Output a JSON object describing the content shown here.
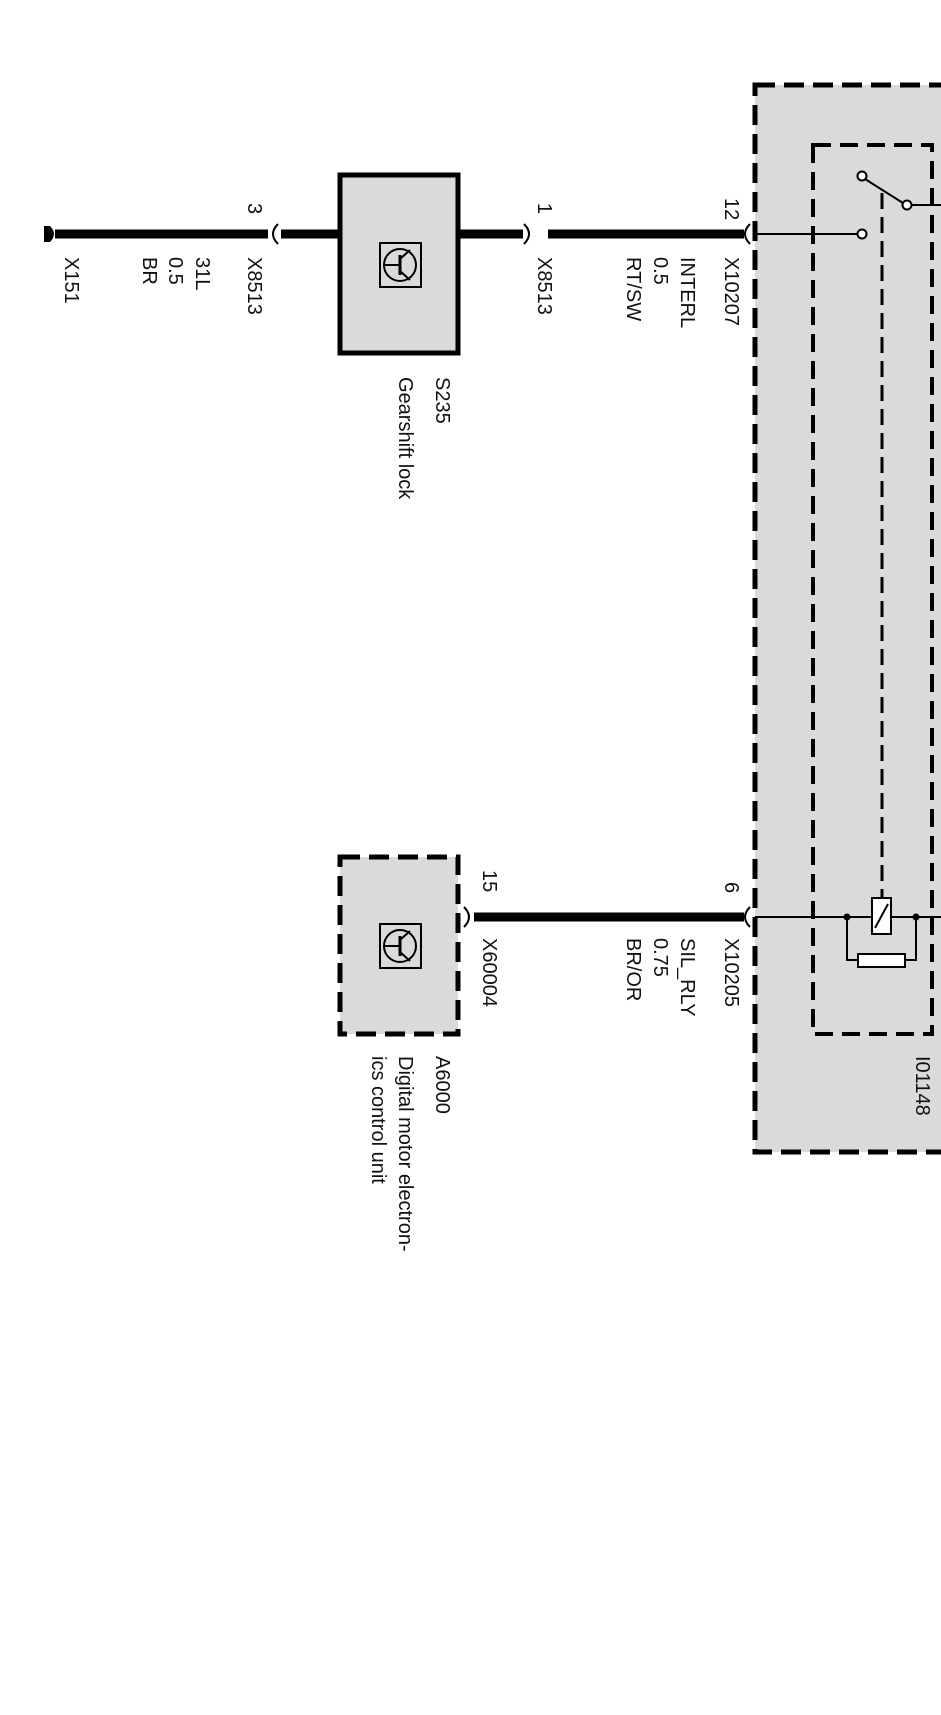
{
  "diagram": {
    "module": {
      "id": "I01148"
    },
    "switch_circuit": {
      "module_pin": "12",
      "module_connector": "X10207",
      "wire_signal": "INTERL",
      "wire_size": "0.5",
      "wire_color": "RT/SW",
      "component_pin_in": "1",
      "component_connector_in": "X8513",
      "component_id": "S235",
      "component_name": "Gearshift lock",
      "component_pin_out": "3",
      "component_connector_out": "X8513",
      "ground_signal": "31L",
      "ground_size": "0.5",
      "ground_color": "BR",
      "ground_id": "X151"
    },
    "relay_circuit": {
      "module_pin": "6",
      "module_connector": "X10205",
      "wire_signal": "SIL_RLY",
      "wire_size": "0.75",
      "wire_color": "BR/OR",
      "component_pin": "15",
      "component_connector": "X60004",
      "component_id": "A6000",
      "component_name_line1": "Digital motor electron-",
      "component_name_line2": "ics control unit"
    }
  }
}
